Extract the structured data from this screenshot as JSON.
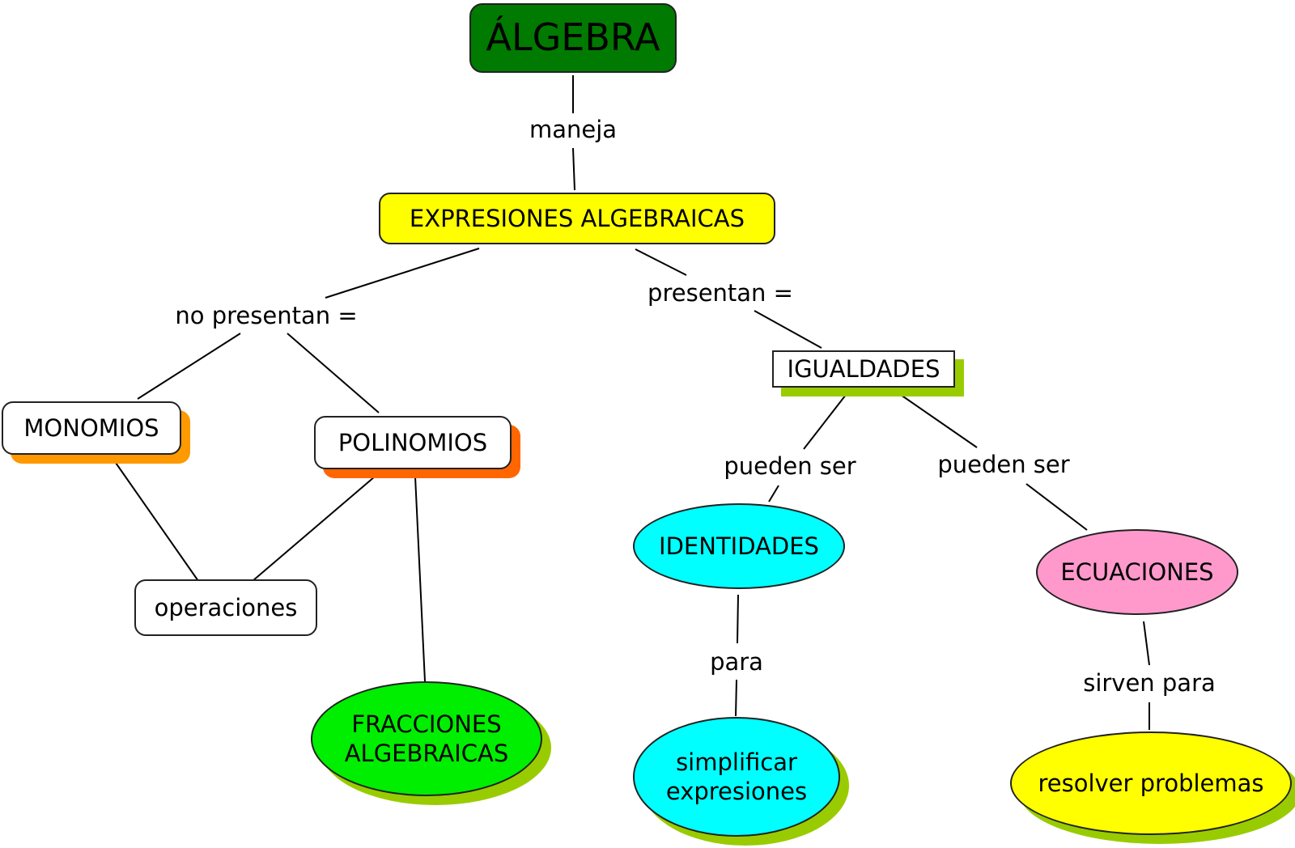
{
  "concepts": {
    "algebra": {
      "label": "ÁLGEBRA",
      "fill": "#007a00",
      "shadow": ""
    },
    "expresiones": {
      "label": "EXPRESIONES ALGEBRAICAS",
      "fill": "#ffff00",
      "shadow": ""
    },
    "monomios": {
      "label": "MONOMIOS",
      "fill": "#ffffff",
      "shadow": "#ff9900"
    },
    "polinomios": {
      "label": "POLINOMIOS",
      "fill": "#ffffff",
      "shadow": "#ff6600"
    },
    "operaciones": {
      "label": "operaciones",
      "fill": "#ffffff",
      "shadow": ""
    },
    "fracciones": {
      "label": "FRACCIONES\nALGEBRAICAS",
      "fill": "#00ee00",
      "shadow": "#99cc00"
    },
    "igualdades": {
      "label": "IGUALDADES",
      "fill": "#ffffff",
      "shadow": "#99cc00"
    },
    "identidades": {
      "label": "IDENTIDADES",
      "fill": "#00ffff",
      "shadow": ""
    },
    "ecuaciones": {
      "label": "ECUACIONES",
      "fill": "#ff99cc",
      "shadow": ""
    },
    "simplificar": {
      "label": "simplificar\nexpresiones",
      "fill": "#00ffff",
      "shadow": "#99cc00"
    },
    "resolver": {
      "label": "resolver problemas",
      "fill": "#ffff00",
      "shadow": "#99cc00"
    }
  },
  "links": {
    "maneja": "maneja",
    "no_presentan": "no presentan =",
    "presentan": "presentan =",
    "pueden_ser_1": "pueden ser",
    "pueden_ser_2": "pueden ser",
    "para": "para",
    "sirven_para": "sirven para"
  }
}
